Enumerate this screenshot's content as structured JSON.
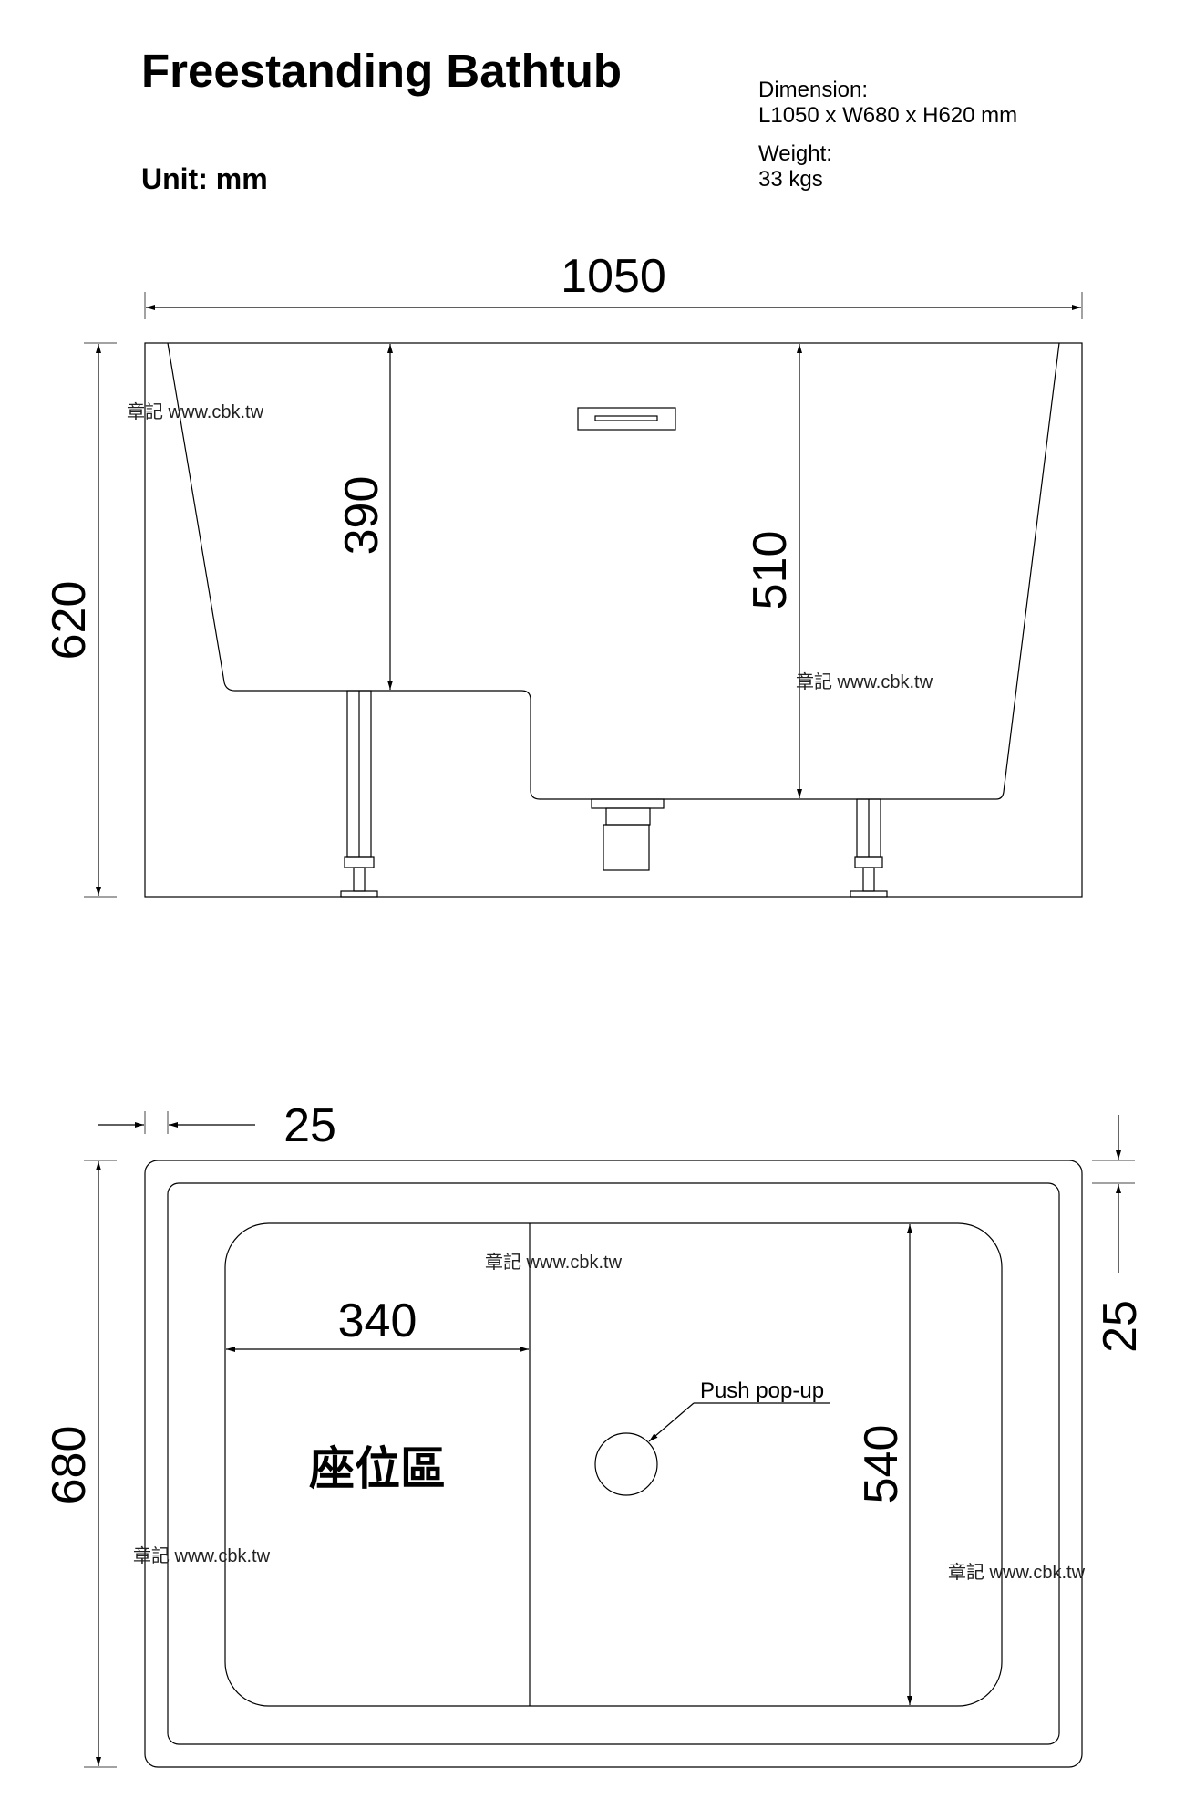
{
  "header": {
    "title": "Freestanding Bathtub",
    "unit": "Unit: mm",
    "dimension_label": "Dimension:",
    "dimension_value": "L1050 x W680 x H620 mm",
    "weight_label": "Weight:",
    "weight_value": "33 kgs"
  },
  "side_view": {
    "length": "1050",
    "height": "620",
    "seat_depth": "390",
    "basin_depth": "510"
  },
  "top_view": {
    "rim_left": "25",
    "rim_right": "25",
    "width": "680",
    "seat_length": "340",
    "basin_width": "540",
    "seat_label": "座位區",
    "drain_label": "Push pop-up"
  },
  "watermark": "章記 www.cbk.tw"
}
